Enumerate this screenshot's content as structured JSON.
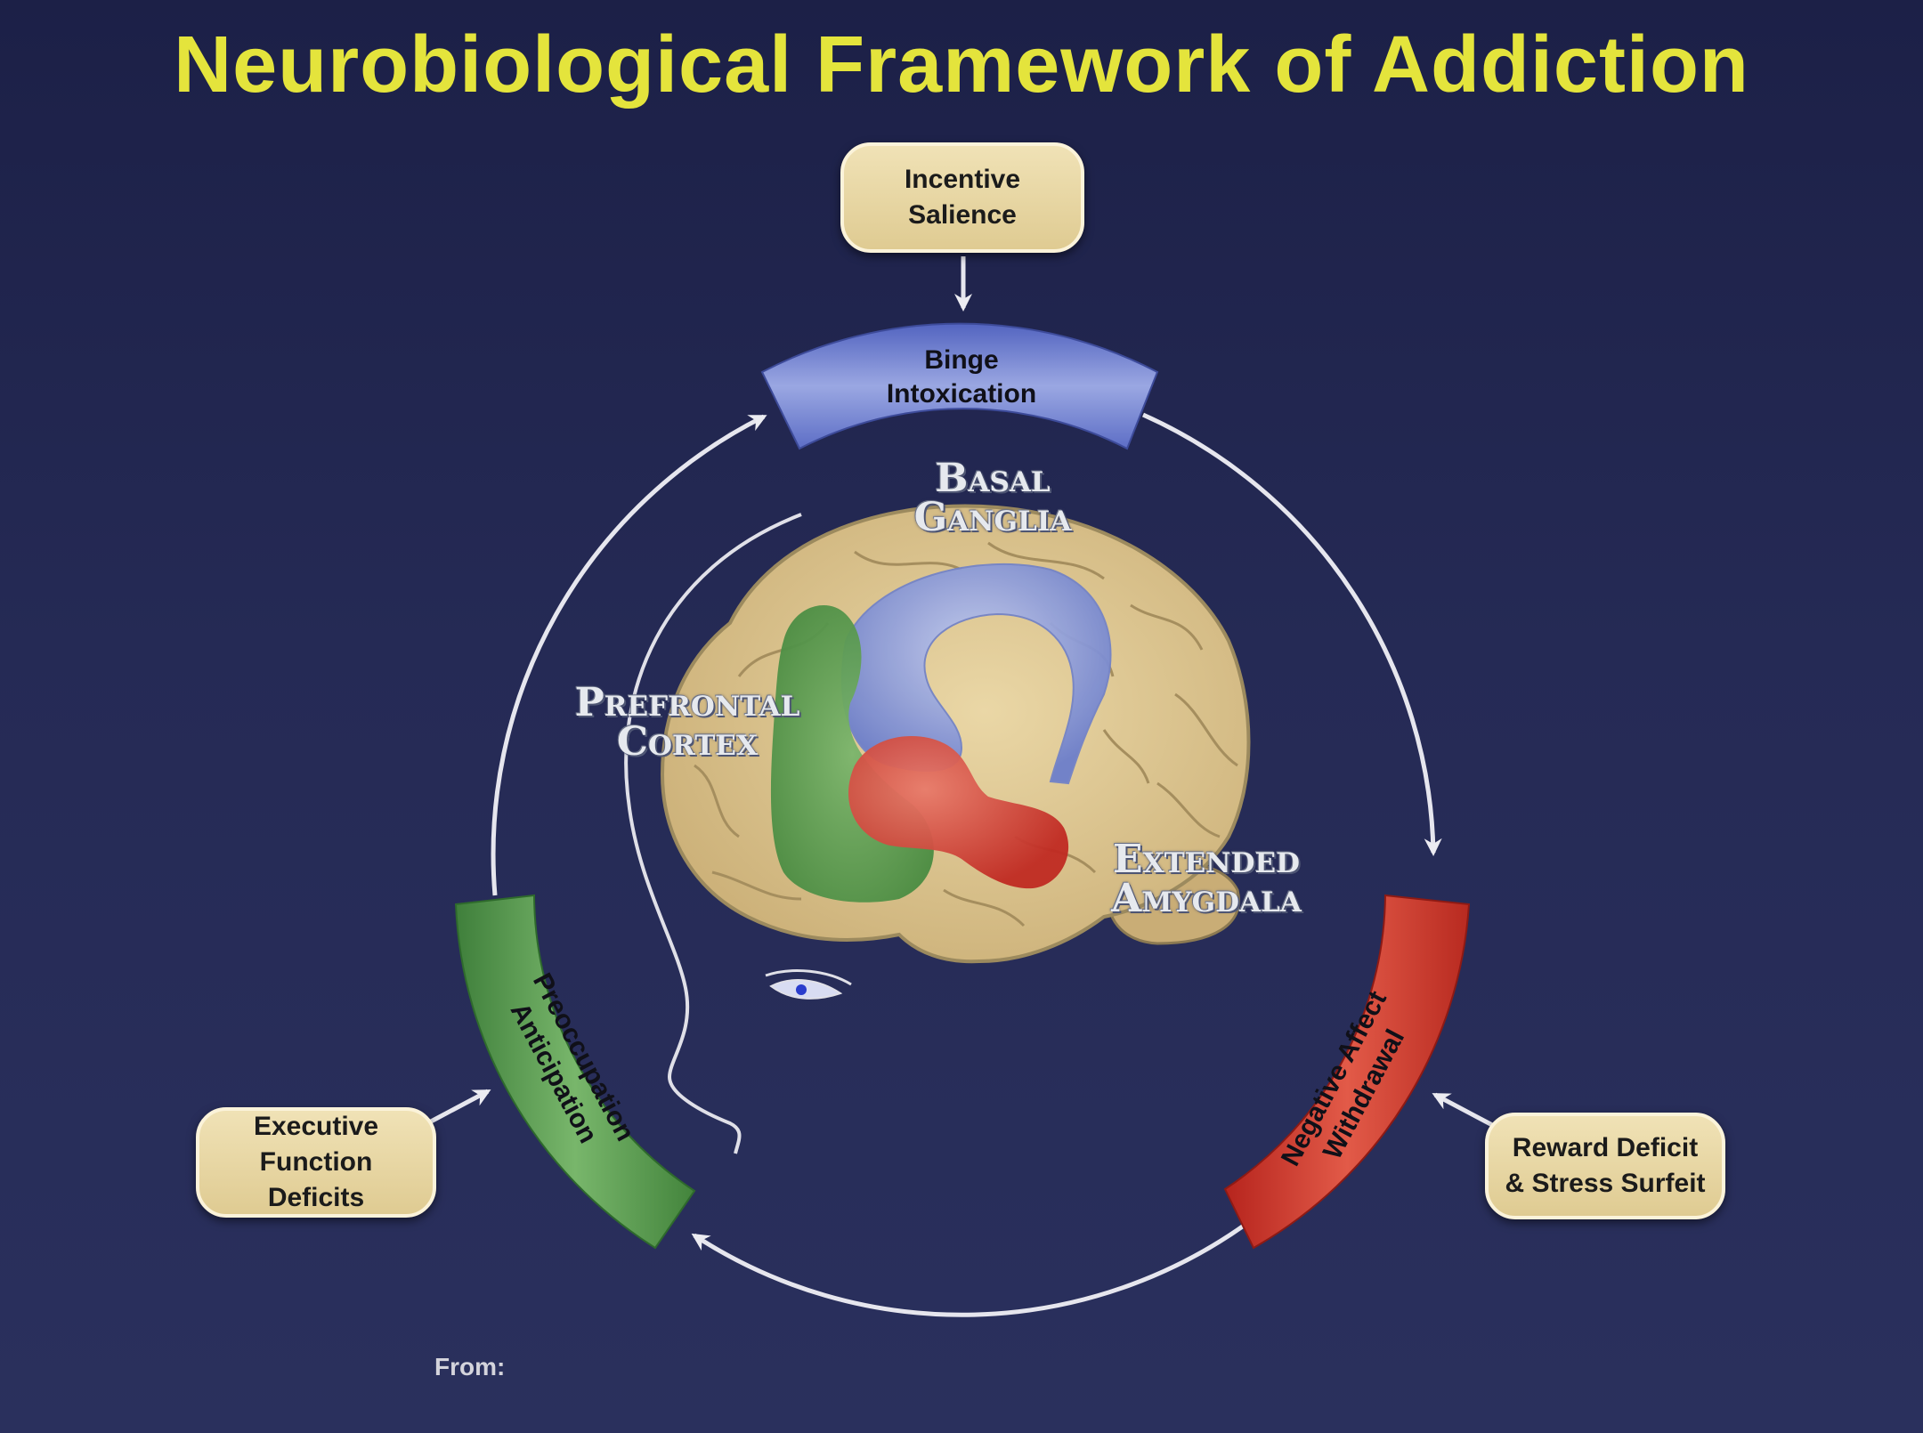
{
  "title": "Neurobiological Framework of Addiction",
  "stages": {
    "binge": {
      "line1": "Binge",
      "line2": "Intoxication",
      "color": "#6c80cf"
    },
    "negative": {
      "line1": "Negative Affect",
      "line2": "Withdrawal",
      "color": "#c8322a"
    },
    "preoccupation": {
      "line1": "Preoccupation",
      "line2": "Anticipation",
      "color": "#4f9547"
    }
  },
  "inputs": {
    "incentive": "Incentive\nSalience",
    "executive": "Executive\nFunction\nDeficits",
    "reward": "Reward Deficit\n& Stress Surfeit"
  },
  "brain_regions": {
    "basal_ganglia": "Basal\nGanglia",
    "prefrontal_cortex": "Prefrontal\nCortex",
    "extended_amygdala": "Extended\nAmygdala"
  },
  "colors": {
    "title": "#e4e43c",
    "background": "#22254d",
    "box": "#e8d6a4",
    "brain": "#ddc493"
  },
  "footer": {
    "from_label": "From:"
  }
}
